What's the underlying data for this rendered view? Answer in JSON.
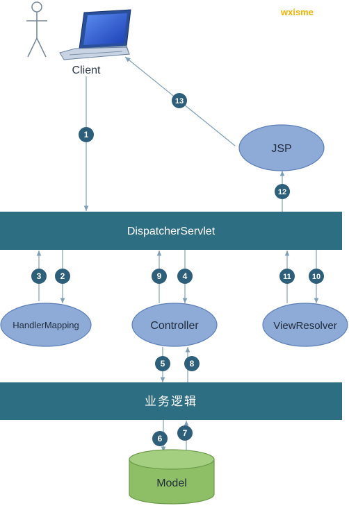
{
  "watermark": "wxisme",
  "client": {
    "label": "Client"
  },
  "bars": {
    "dispatcher": "DispatcherServlet",
    "business": "业务逻辑"
  },
  "nodes": {
    "jsp": "JSP",
    "handler_mapping": "HandlerMapping",
    "controller": "Controller",
    "view_resolver": "ViewResolver",
    "model": "Model"
  },
  "steps": [
    "1",
    "2",
    "3",
    "4",
    "5",
    "6",
    "7",
    "8",
    "9",
    "10",
    "11",
    "12",
    "13"
  ],
  "colors": {
    "bar": "#2e6e82",
    "ellipse_fill": "#8eabd8",
    "ellipse_stroke": "#5b7fb8",
    "badge": "#2d5f7a",
    "arrow": "#7e9fb8",
    "model_fill": "#8ebf66",
    "model_stroke": "#6a9a48",
    "watermark": "#f0b400"
  }
}
